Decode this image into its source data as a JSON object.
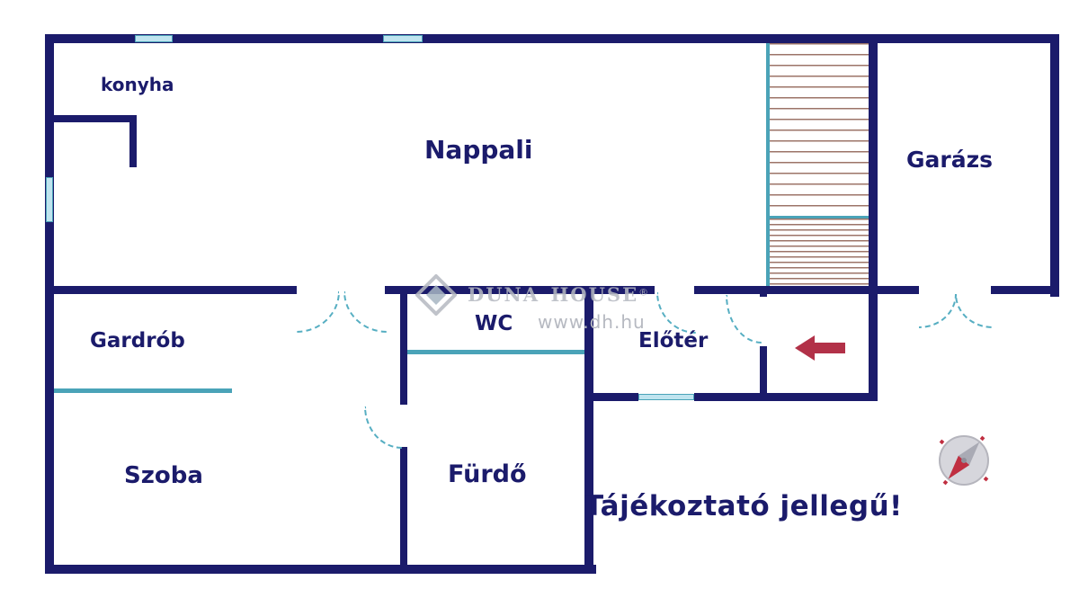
{
  "rooms": {
    "konyha": "konyha",
    "nappali": "Nappali",
    "garazs": "Garázs",
    "gardrob": "Gardrób",
    "wc": "WC",
    "eloter": "Előtér",
    "szoba": "Szoba",
    "furdo": "Fürdő"
  },
  "note": "Tájékoztató jellegű!",
  "watermark": {
    "brand": "Duna House",
    "reg": "®",
    "url": "www.dh.hu"
  },
  "colors": {
    "wall": "#1b1b6b",
    "partition": "#4aa3b8",
    "window": "#bfe4ef",
    "stairs": "#9c7468",
    "entrance_arrow": "#b23148",
    "label_text": "#1b1b6b",
    "watermark": "#b6b9c1",
    "compass_needle": "#c02f41"
  }
}
